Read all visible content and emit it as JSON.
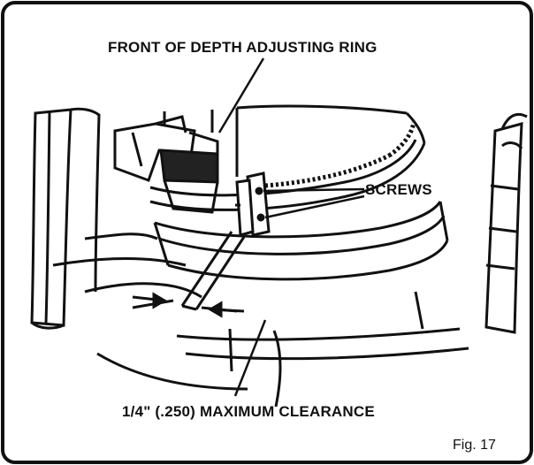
{
  "labels": {
    "depth_ring": "FRONT OF DEPTH ADJUSTING RING",
    "screws": "SCREWS",
    "clearance": "1/4\" (.250) MAXIMUM CLEARANCE"
  },
  "figure": {
    "number": "Fig. 17"
  },
  "colors": {
    "ink": "#111111",
    "paper": "#ffffff"
  }
}
